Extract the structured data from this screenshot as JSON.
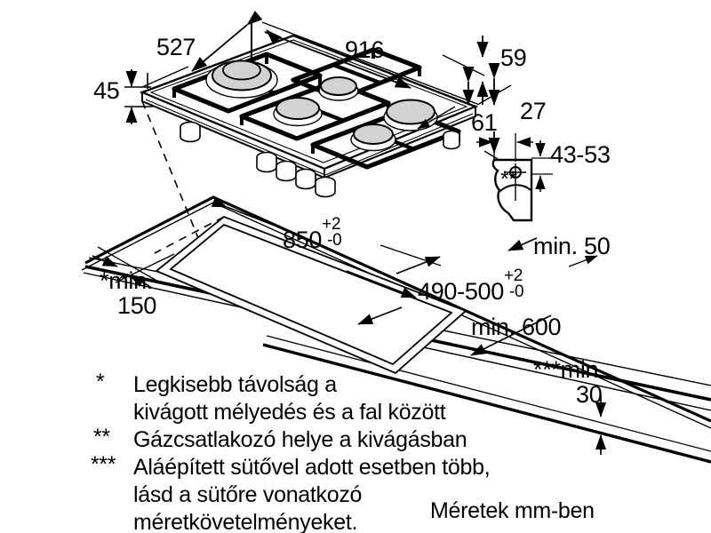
{
  "diagram": {
    "title": "Gas hob installation dimension drawing",
    "units_note": "Méretek mm-ben",
    "line_color": "#000000",
    "fill_color": "#ffffff",
    "burner_cap_color": "#d2d2d2",
    "background": "#ffffff"
  },
  "dimensions": {
    "hob_depth": "527",
    "hob_width": "916",
    "hob_edge_height": "45",
    "panel_height_59": "59",
    "panel_height_61": "61",
    "bracket_offset_27": "27",
    "bracket_range": "43-53",
    "cutout_width": "850",
    "cutout_width_tol_plus": "+2",
    "cutout_width_tol_minus": "-0",
    "cutout_depth": "490-500",
    "cutout_depth_tol_plus": "+2",
    "cutout_depth_tol_minus": "-0",
    "min_wall_rear": "min. 50",
    "min_worktop_depth": "min. 600",
    "min_side_star": "*",
    "min_side_label": "min.",
    "min_side_value": "150",
    "min_below_stars": "***",
    "min_below_label": "min.",
    "min_below_value": "30",
    "gas_connection_marker": "**"
  },
  "notes": [
    {
      "marker": "*",
      "lines": [
        "Legkisebb távolság a",
        "kivágott mélyedés és a fal között"
      ]
    },
    {
      "marker": "**",
      "lines": [
        "Gázcsatlakozó helye a kivágásban"
      ]
    },
    {
      "marker": "***",
      "lines": [
        "Aláépített sütővel adott esetben több,",
        "lásd a sütőre vonatkozó",
        "méretkövetelményeket."
      ]
    }
  ],
  "footer": {
    "units": "Méretek mm-ben"
  }
}
